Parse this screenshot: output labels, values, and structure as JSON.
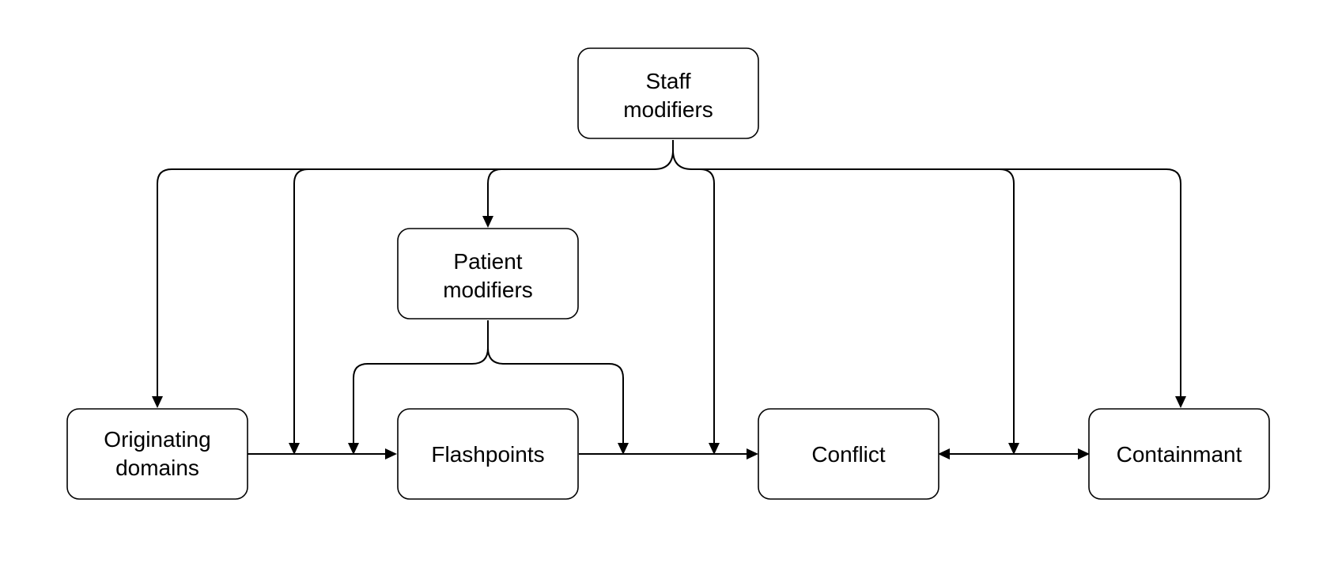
{
  "diagram": {
    "nodes": {
      "staff_modifiers": [
        "Staff",
        "modifiers"
      ],
      "patient_modifiers": [
        "Patient",
        "modifiers"
      ],
      "originating_domains": [
        "Originating",
        "domains"
      ],
      "flashpoints": [
        "Flashpoints"
      ],
      "conflict": [
        "Conflict"
      ],
      "containmant": [
        "Containmant"
      ]
    },
    "edges": [
      {
        "from": "Staff modifiers",
        "to": "Originating domains"
      },
      {
        "from": "Staff modifiers",
        "to": "Originating domains → Flashpoints link"
      },
      {
        "from": "Staff modifiers",
        "to": "Patient modifiers"
      },
      {
        "from": "Staff modifiers",
        "to": "Flashpoints → Conflict link"
      },
      {
        "from": "Staff modifiers",
        "to": "Conflict ↔ Containmant link"
      },
      {
        "from": "Staff modifiers",
        "to": "Containmant"
      },
      {
        "from": "Patient modifiers",
        "to": "Originating domains → Flashpoints link"
      },
      {
        "from": "Patient modifiers",
        "to": "Flashpoints → Conflict link"
      },
      {
        "from": "Originating domains",
        "to": "Flashpoints"
      },
      {
        "from": "Flashpoints",
        "to": "Conflict"
      },
      {
        "from": "Conflict",
        "to": "Containmant",
        "bidirectional": true
      }
    ]
  }
}
